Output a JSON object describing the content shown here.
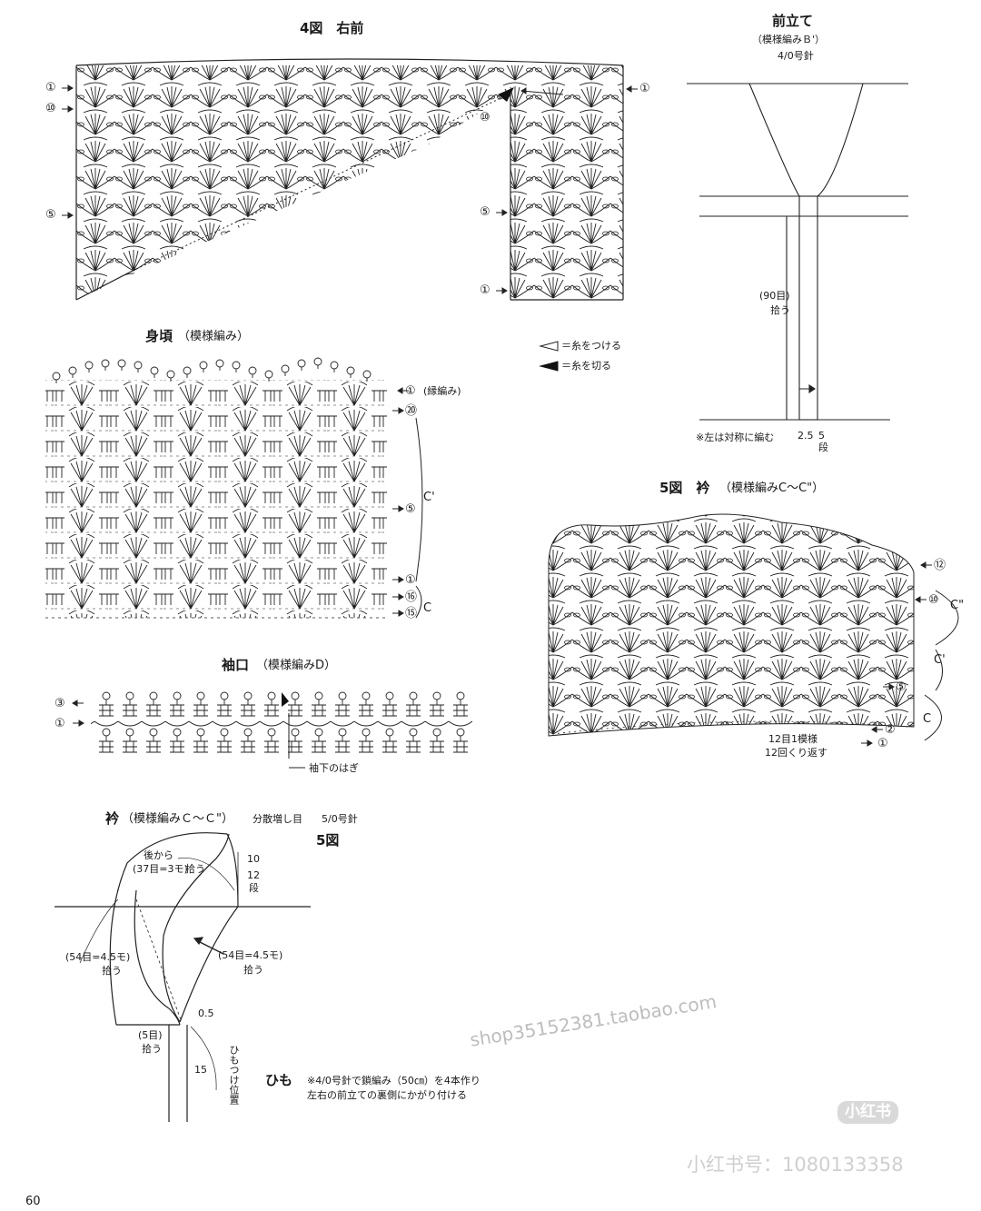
{
  "fig4": {
    "title": "4図　右前",
    "marks_left": [
      "①",
      "⑩",
      "⑤"
    ],
    "marks_right_top": "①",
    "mark_inner_10": "⑩",
    "marks_right": [
      "⑤",
      "①"
    ]
  },
  "front_band": {
    "title": "前立て",
    "pattern": "（模様編みＢ'）",
    "needle": "4/0号針",
    "pickup_count": "(90目)",
    "pickup": "拾う",
    "note": "※左は対称に編む",
    "width": "2.5",
    "rows_num": "5",
    "rows_unit": "段"
  },
  "legend": {
    "attach": "＝糸をつける",
    "cut": "＝糸を切る"
  },
  "body": {
    "title": "身頃",
    "pattern": "（模様編み）",
    "edge_label": "(縁編み)",
    "rows": [
      "①",
      "⑳",
      "⑤",
      "①",
      "⑯",
      "⑮"
    ],
    "letter_c_prime": "C'",
    "letter_c": "C"
  },
  "cuff": {
    "title": "袖口",
    "pattern": "（模様編みD）",
    "rows": [
      "③",
      "①"
    ],
    "seam_label": "袖下のはぎ"
  },
  "fig5_collar": {
    "title": "5図　衿",
    "pattern": "（模様編みC～C\"）",
    "rows": [
      "⑫",
      "⑩",
      "⑤",
      "②",
      "①"
    ],
    "repeat_line1": "12目1模様",
    "repeat_line2": "12回くり返す",
    "letters": [
      "C\"",
      "C'",
      "C"
    ]
  },
  "collar": {
    "title": "衿",
    "pattern": "（模様編みＣ～Ｃ\"）",
    "increase": "分散増し目",
    "needle": "5/0号針",
    "fig_ref": "5図",
    "back_from": "後から",
    "back_count": "(37目=3モ)",
    "back_pickup": "拾う",
    "rows_num1": "10",
    "rows_num2": "12",
    "rows_unit": "段",
    "left_count": "(54目=4.5モ)",
    "left_pickup": "拾う",
    "right_count": "(54目=4.5モ)",
    "right_pickup": "拾う",
    "offset": "0.5",
    "small_count": "(5目)",
    "small_pickup": "拾う",
    "length": "15",
    "tie_position": "ひもつけ位置"
  },
  "tie": {
    "title": "ひも",
    "line1": "※4/0号針で鎖編み（50㎝）を4本作り",
    "line2": "左右の前立ての裏側にかがり付ける"
  },
  "page_number": "60",
  "watermark_url": "shop35152381.taobao.com",
  "watermark_brand": "小红书",
  "watermark_id": "小红书号：1080133358"
}
